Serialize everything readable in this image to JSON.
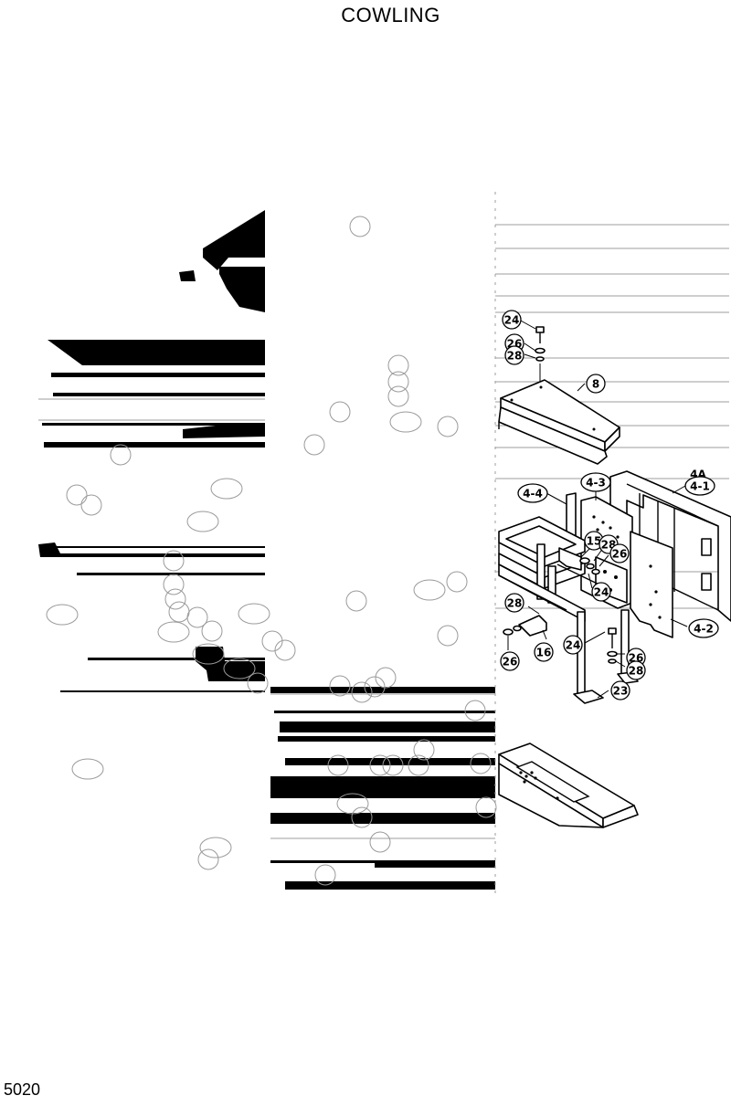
{
  "page": {
    "title": "COWLING",
    "page_number": "5020"
  },
  "callouts": [
    {
      "id": "c-24-top",
      "label": "24"
    },
    {
      "id": "c-26-top",
      "label": "26"
    },
    {
      "id": "c-28-top",
      "label": "28"
    },
    {
      "id": "c-8",
      "label": "8"
    },
    {
      "id": "c-4A",
      "label": "4A"
    },
    {
      "id": "c-4-1",
      "label": "4-1"
    },
    {
      "id": "c-4-3",
      "label": "4-3"
    },
    {
      "id": "c-4-4",
      "label": "4-4"
    },
    {
      "id": "c-15",
      "label": "15"
    },
    {
      "id": "c-28-mid",
      "label": "28"
    },
    {
      "id": "c-26-mid",
      "label": "26"
    },
    {
      "id": "c-24-mid",
      "label": "24"
    },
    {
      "id": "c-28-left",
      "label": "28"
    },
    {
      "id": "c-16",
      "label": "16"
    },
    {
      "id": "c-26-left",
      "label": "26"
    },
    {
      "id": "c-24-low",
      "label": "24"
    },
    {
      "id": "c-26-low",
      "label": "26"
    },
    {
      "id": "c-28-low",
      "label": "28"
    },
    {
      "id": "c-4-2",
      "label": "4-2"
    },
    {
      "id": "c-23",
      "label": "23"
    }
  ]
}
